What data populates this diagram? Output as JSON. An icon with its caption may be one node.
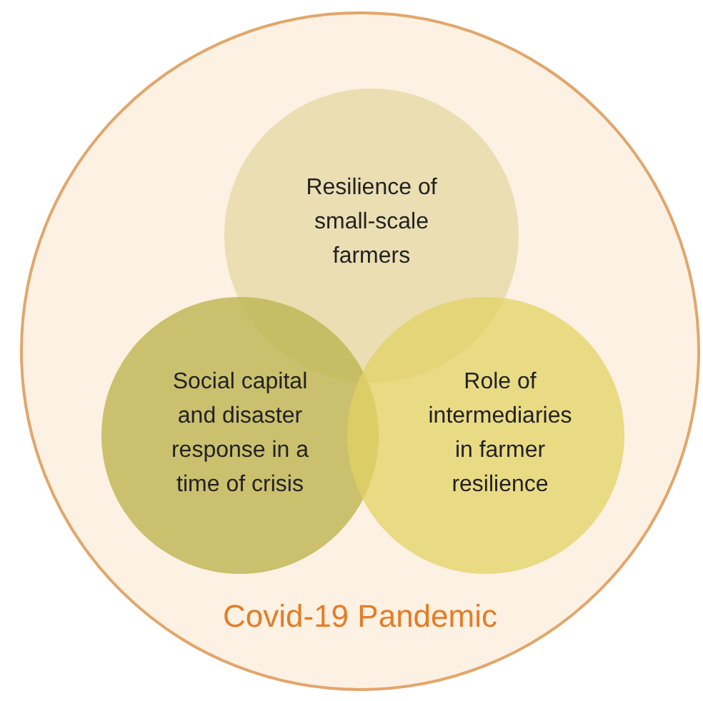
{
  "diagram": {
    "nodes": [
      {
        "text": [
          "Covid-19 Pandemic"
        ]
      },
      {
        "text": [
          "Resilience of small-scale farmers"
        ],
        "in": 0
      },
      {
        "text": [
          "Social capital and disaster response in a time of crisis"
        ],
        "in": 0
      },
      {
        "text": [
          "Role of intermediaries in farmer resilience"
        ],
        "in": 0
      }
    ]
  }
}
